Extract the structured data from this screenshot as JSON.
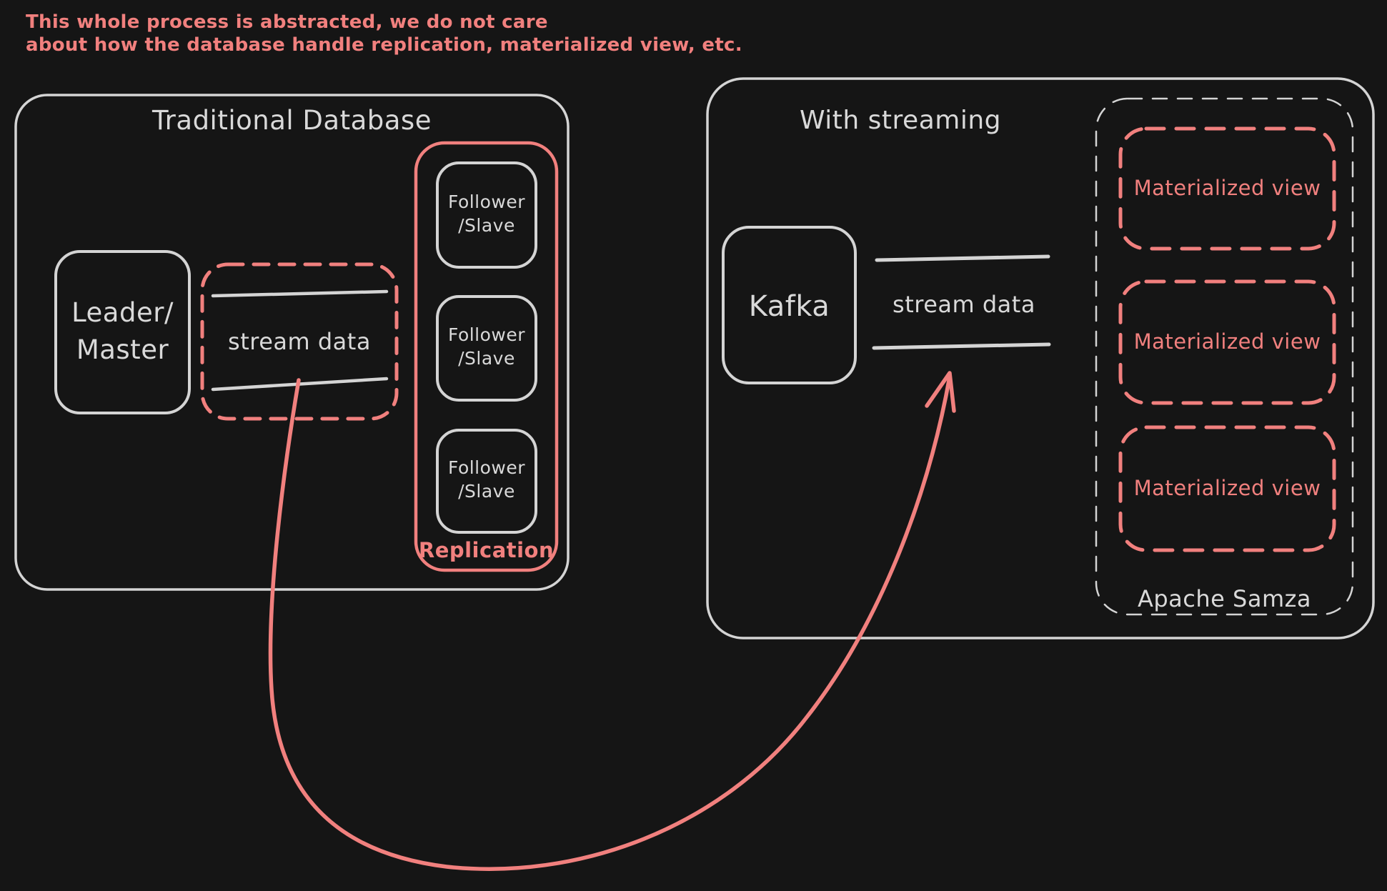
{
  "colors": {
    "background": "#151515",
    "stroke": "#d4d4d4",
    "text": "#d9d9d9",
    "accent": "#f1807e"
  },
  "annotation": {
    "line1": "This whole process is abstracted, we do not care",
    "line2": "about how the database handle replication, materialized view, etc."
  },
  "traditional_db": {
    "title": "Traditional Database",
    "leader": {
      "line1": "Leader/",
      "line2": "Master"
    },
    "stream_box": {
      "label": "stream data"
    },
    "replication": {
      "label": "Replication",
      "followers": [
        {
          "line1": "Follower",
          "line2": "/Slave"
        },
        {
          "line1": "Follower",
          "line2": "/Slave"
        },
        {
          "line1": "Follower",
          "line2": "/Slave"
        }
      ]
    }
  },
  "streaming": {
    "title": "With streaming",
    "kafka": {
      "label": "Kafka"
    },
    "stream": {
      "label": "stream data"
    },
    "samza": {
      "label": "Apache Samza",
      "views": [
        "Materialized view",
        "Materialized view",
        "Materialized view"
      ]
    }
  }
}
